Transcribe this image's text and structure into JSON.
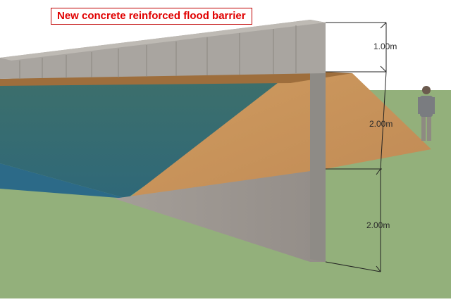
{
  "title": "New concrete reinforced flood barrier",
  "dimensions": {
    "top_label": "1.00m",
    "middle_label": "2.00m",
    "bottom_label": "2.00m"
  },
  "colors": {
    "sky": "#ffffff",
    "ground": "#93b07b",
    "water": "#3a7070",
    "water_deep": "#2c6a88",
    "earth": "#c8955c",
    "concrete": "#a9a5a0",
    "concrete_dark": "#8e8b86",
    "foundation": "#9c9691",
    "title_text": "#e00000"
  }
}
